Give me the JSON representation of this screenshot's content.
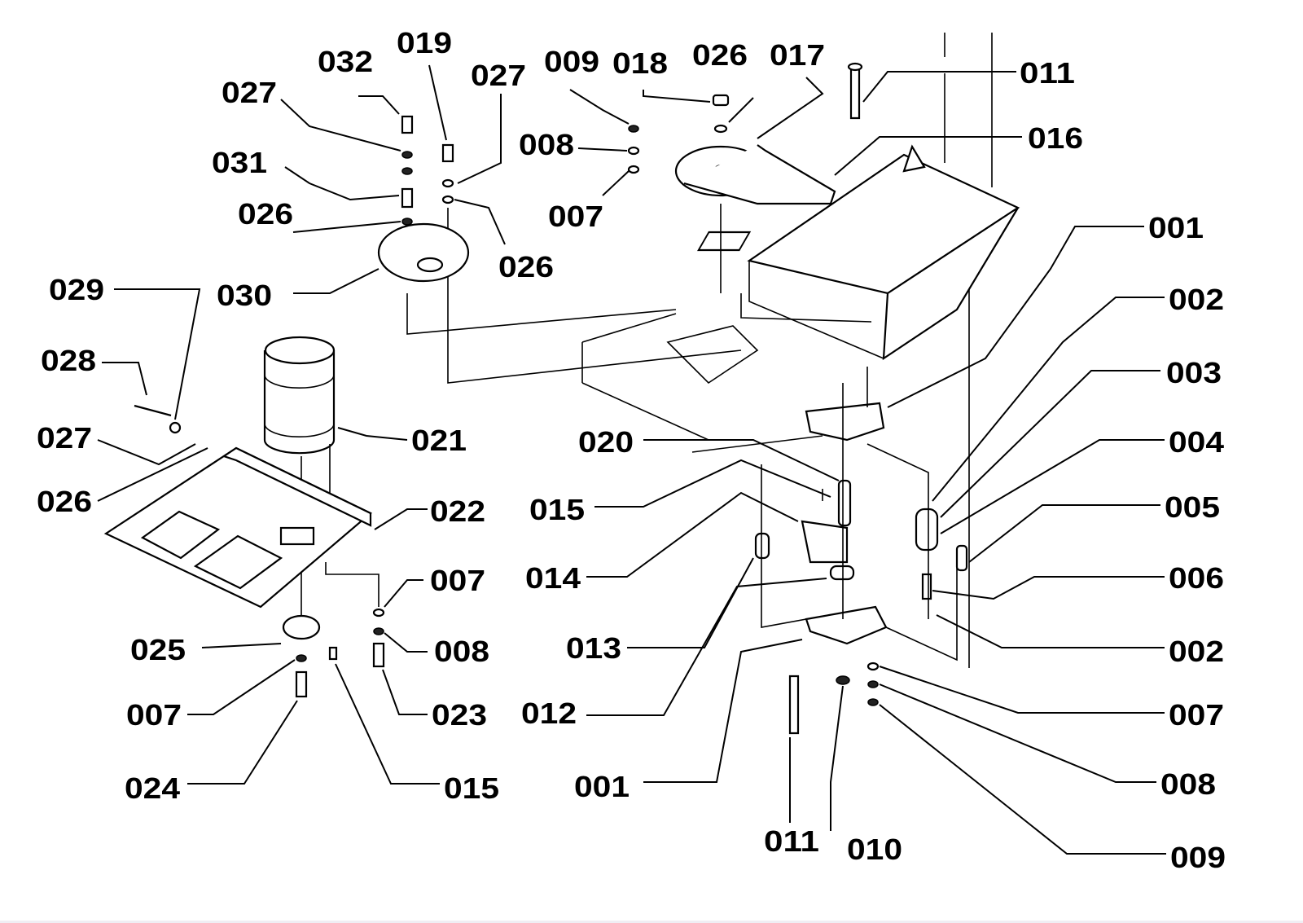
{
  "diagram": {
    "type": "exploded parts diagram",
    "callouts": [
      "032",
      "019",
      "027",
      "009",
      "018",
      "026",
      "017",
      "011",
      "027",
      "031",
      "026",
      "026",
      "008",
      "007",
      "016",
      "001",
      "002",
      "003",
      "004",
      "005",
      "006",
      "002",
      "007",
      "008",
      "009",
      "010",
      "011",
      "001",
      "012",
      "013",
      "014",
      "015",
      "020",
      "030",
      "029",
      "028",
      "027",
      "026",
      "021",
      "022",
      "007",
      "008",
      "023",
      "025",
      "007",
      "024",
      "015"
    ]
  }
}
